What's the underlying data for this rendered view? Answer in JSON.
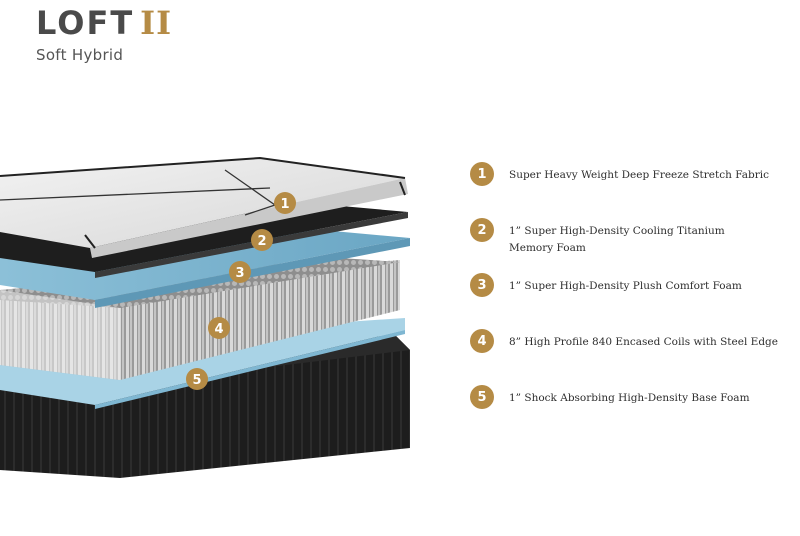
{
  "header": {
    "title_word1": "LOFT",
    "title_word2": "II",
    "subtitle": "Soft Hybrid"
  },
  "colors": {
    "accent_gold": "#b58b45",
    "title_gray": "#4a4a4a",
    "cooling_blue": "#7cb3cf",
    "base_black": "#1f1f1f"
  },
  "layers": [
    {
      "number": "1",
      "label": "Super Heavy Weight Deep Freeze Stretch Fabric"
    },
    {
      "number": "2",
      "label": "1” Super High-Density Cooling Titanium Memory Foam"
    },
    {
      "number": "3",
      "label": "1” Super High-Density Plush Comfort Foam"
    },
    {
      "number": "4",
      "label": "8” High Profile 840 Encased Coils with Steel Edge"
    },
    {
      "number": "5",
      "label": "1” Shock Absorbing High-Density Base Foam"
    }
  ]
}
